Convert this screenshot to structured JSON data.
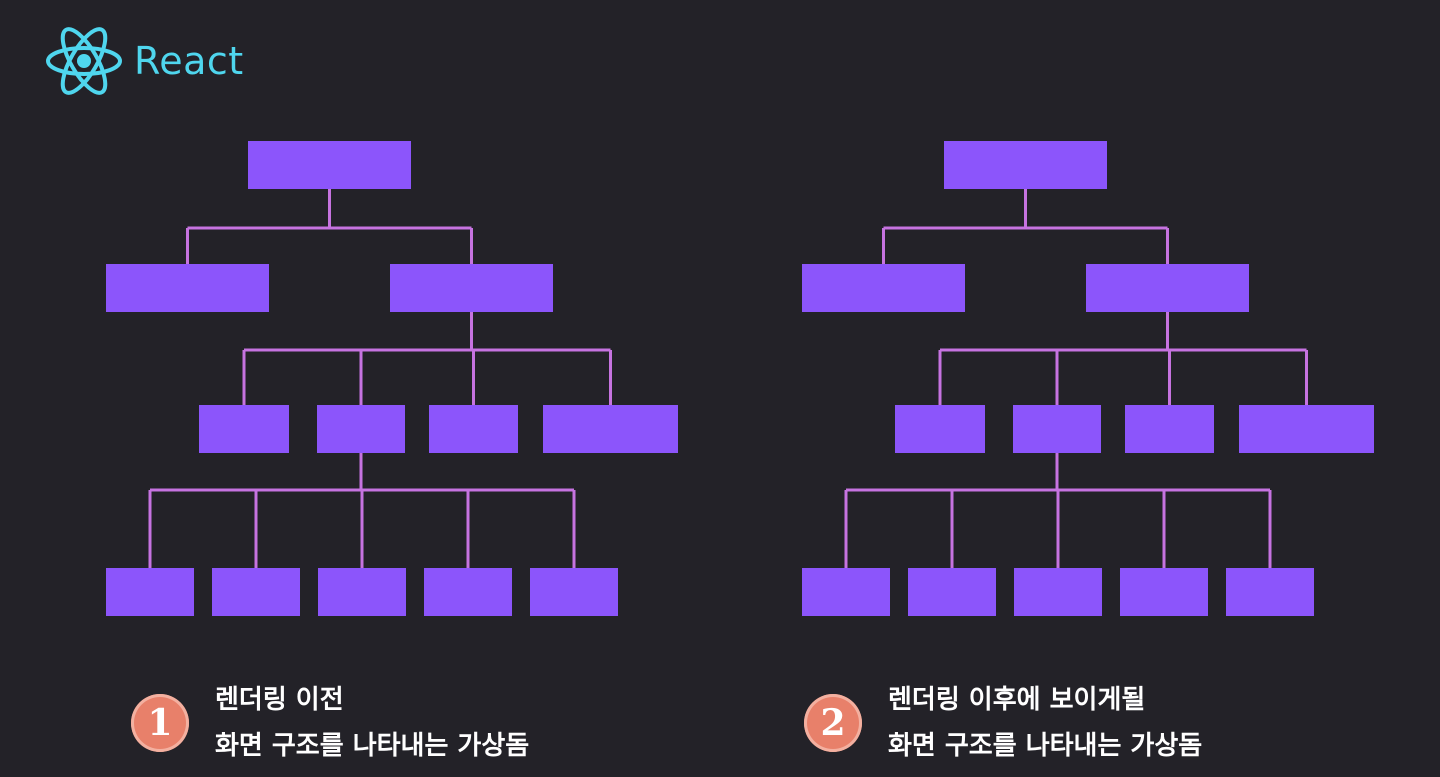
{
  "brand": {
    "name": "React",
    "icon": "react-atom-icon",
    "color": "#4fd6ee"
  },
  "colors": {
    "background": "#232228",
    "node": "#8c55fb",
    "connector": "#c673e0",
    "badge": "#e8806a"
  },
  "trees": [
    {
      "id": "before",
      "caption": {
        "number": "1",
        "line1": "렌더링 이전",
        "line2": "화면 구조를 나타내는 가상돔"
      }
    },
    {
      "id": "after",
      "caption": {
        "number": "2",
        "line1": "렌더링 이후에 보이게될",
        "line2": "화면 구조를 나타내는 가상돔"
      }
    }
  ]
}
